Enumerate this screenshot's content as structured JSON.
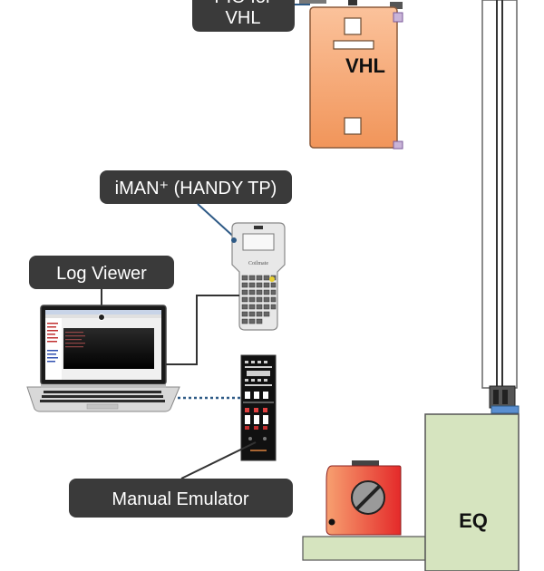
{
  "callouts": {
    "pio_line1": "PIO for",
    "pio_line2": "VHL",
    "iman": "iMAN⁺ (HANDY TP)",
    "log_viewer": "Log Viewer",
    "manual_emulator": "Manual Emulator"
  },
  "devices": {
    "vhl_label": "VHL",
    "eq_label": "EQ"
  },
  "colors": {
    "callout_bg": "#3a3a3a",
    "vhl_orange": "#f5a06a",
    "eq_green": "#d6e4bf",
    "sensor_red": "#e8433a",
    "link_line": "#2e5a86",
    "rail": "#555555"
  }
}
